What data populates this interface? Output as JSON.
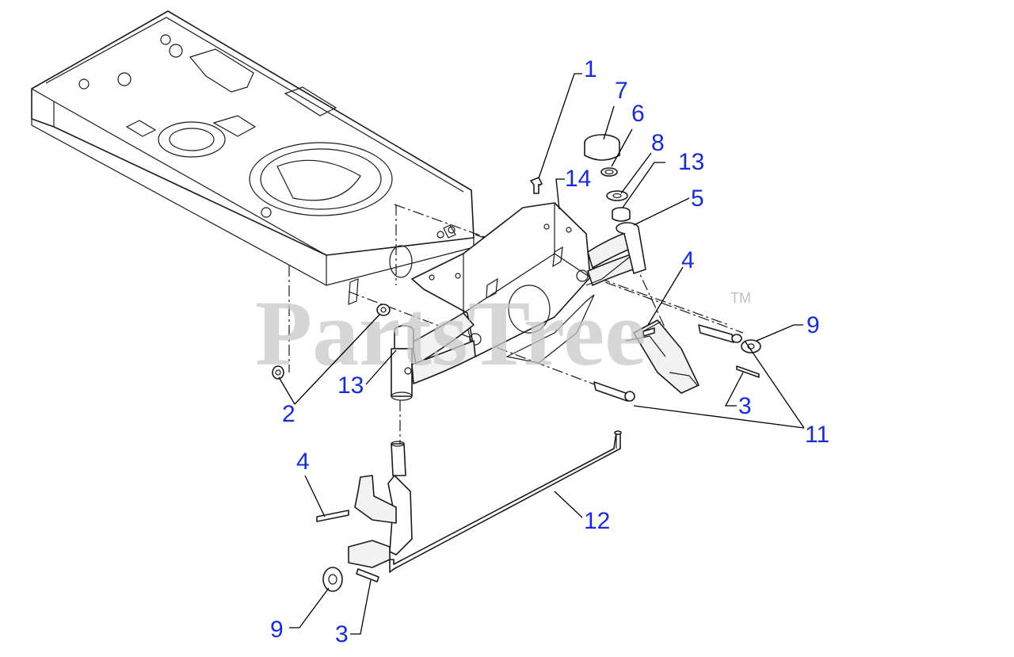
{
  "watermark": {
    "text": "PartsTree",
    "trademark": "TM"
  },
  "callouts": [
    {
      "id": "c1",
      "label": "1"
    },
    {
      "id": "c7",
      "label": "7"
    },
    {
      "id": "c6",
      "label": "6"
    },
    {
      "id": "c8",
      "label": "8"
    },
    {
      "id": "c13a",
      "label": "13"
    },
    {
      "id": "c14",
      "label": "14"
    },
    {
      "id": "c5",
      "label": "5"
    },
    {
      "id": "c4a",
      "label": "4"
    },
    {
      "id": "c9a",
      "label": "9"
    },
    {
      "id": "c2",
      "label": "2"
    },
    {
      "id": "c13b",
      "label": "13"
    },
    {
      "id": "c3a",
      "label": "3"
    },
    {
      "id": "c11",
      "label": "11"
    },
    {
      "id": "c4b",
      "label": "4"
    },
    {
      "id": "c12",
      "label": "12"
    },
    {
      "id": "c9b",
      "label": "9"
    },
    {
      "id": "c3b",
      "label": "3"
    }
  ],
  "colors": {
    "callout": "#1a2bd6",
    "line": "#1a1a1a",
    "watermark": "#c8c8c8"
  }
}
